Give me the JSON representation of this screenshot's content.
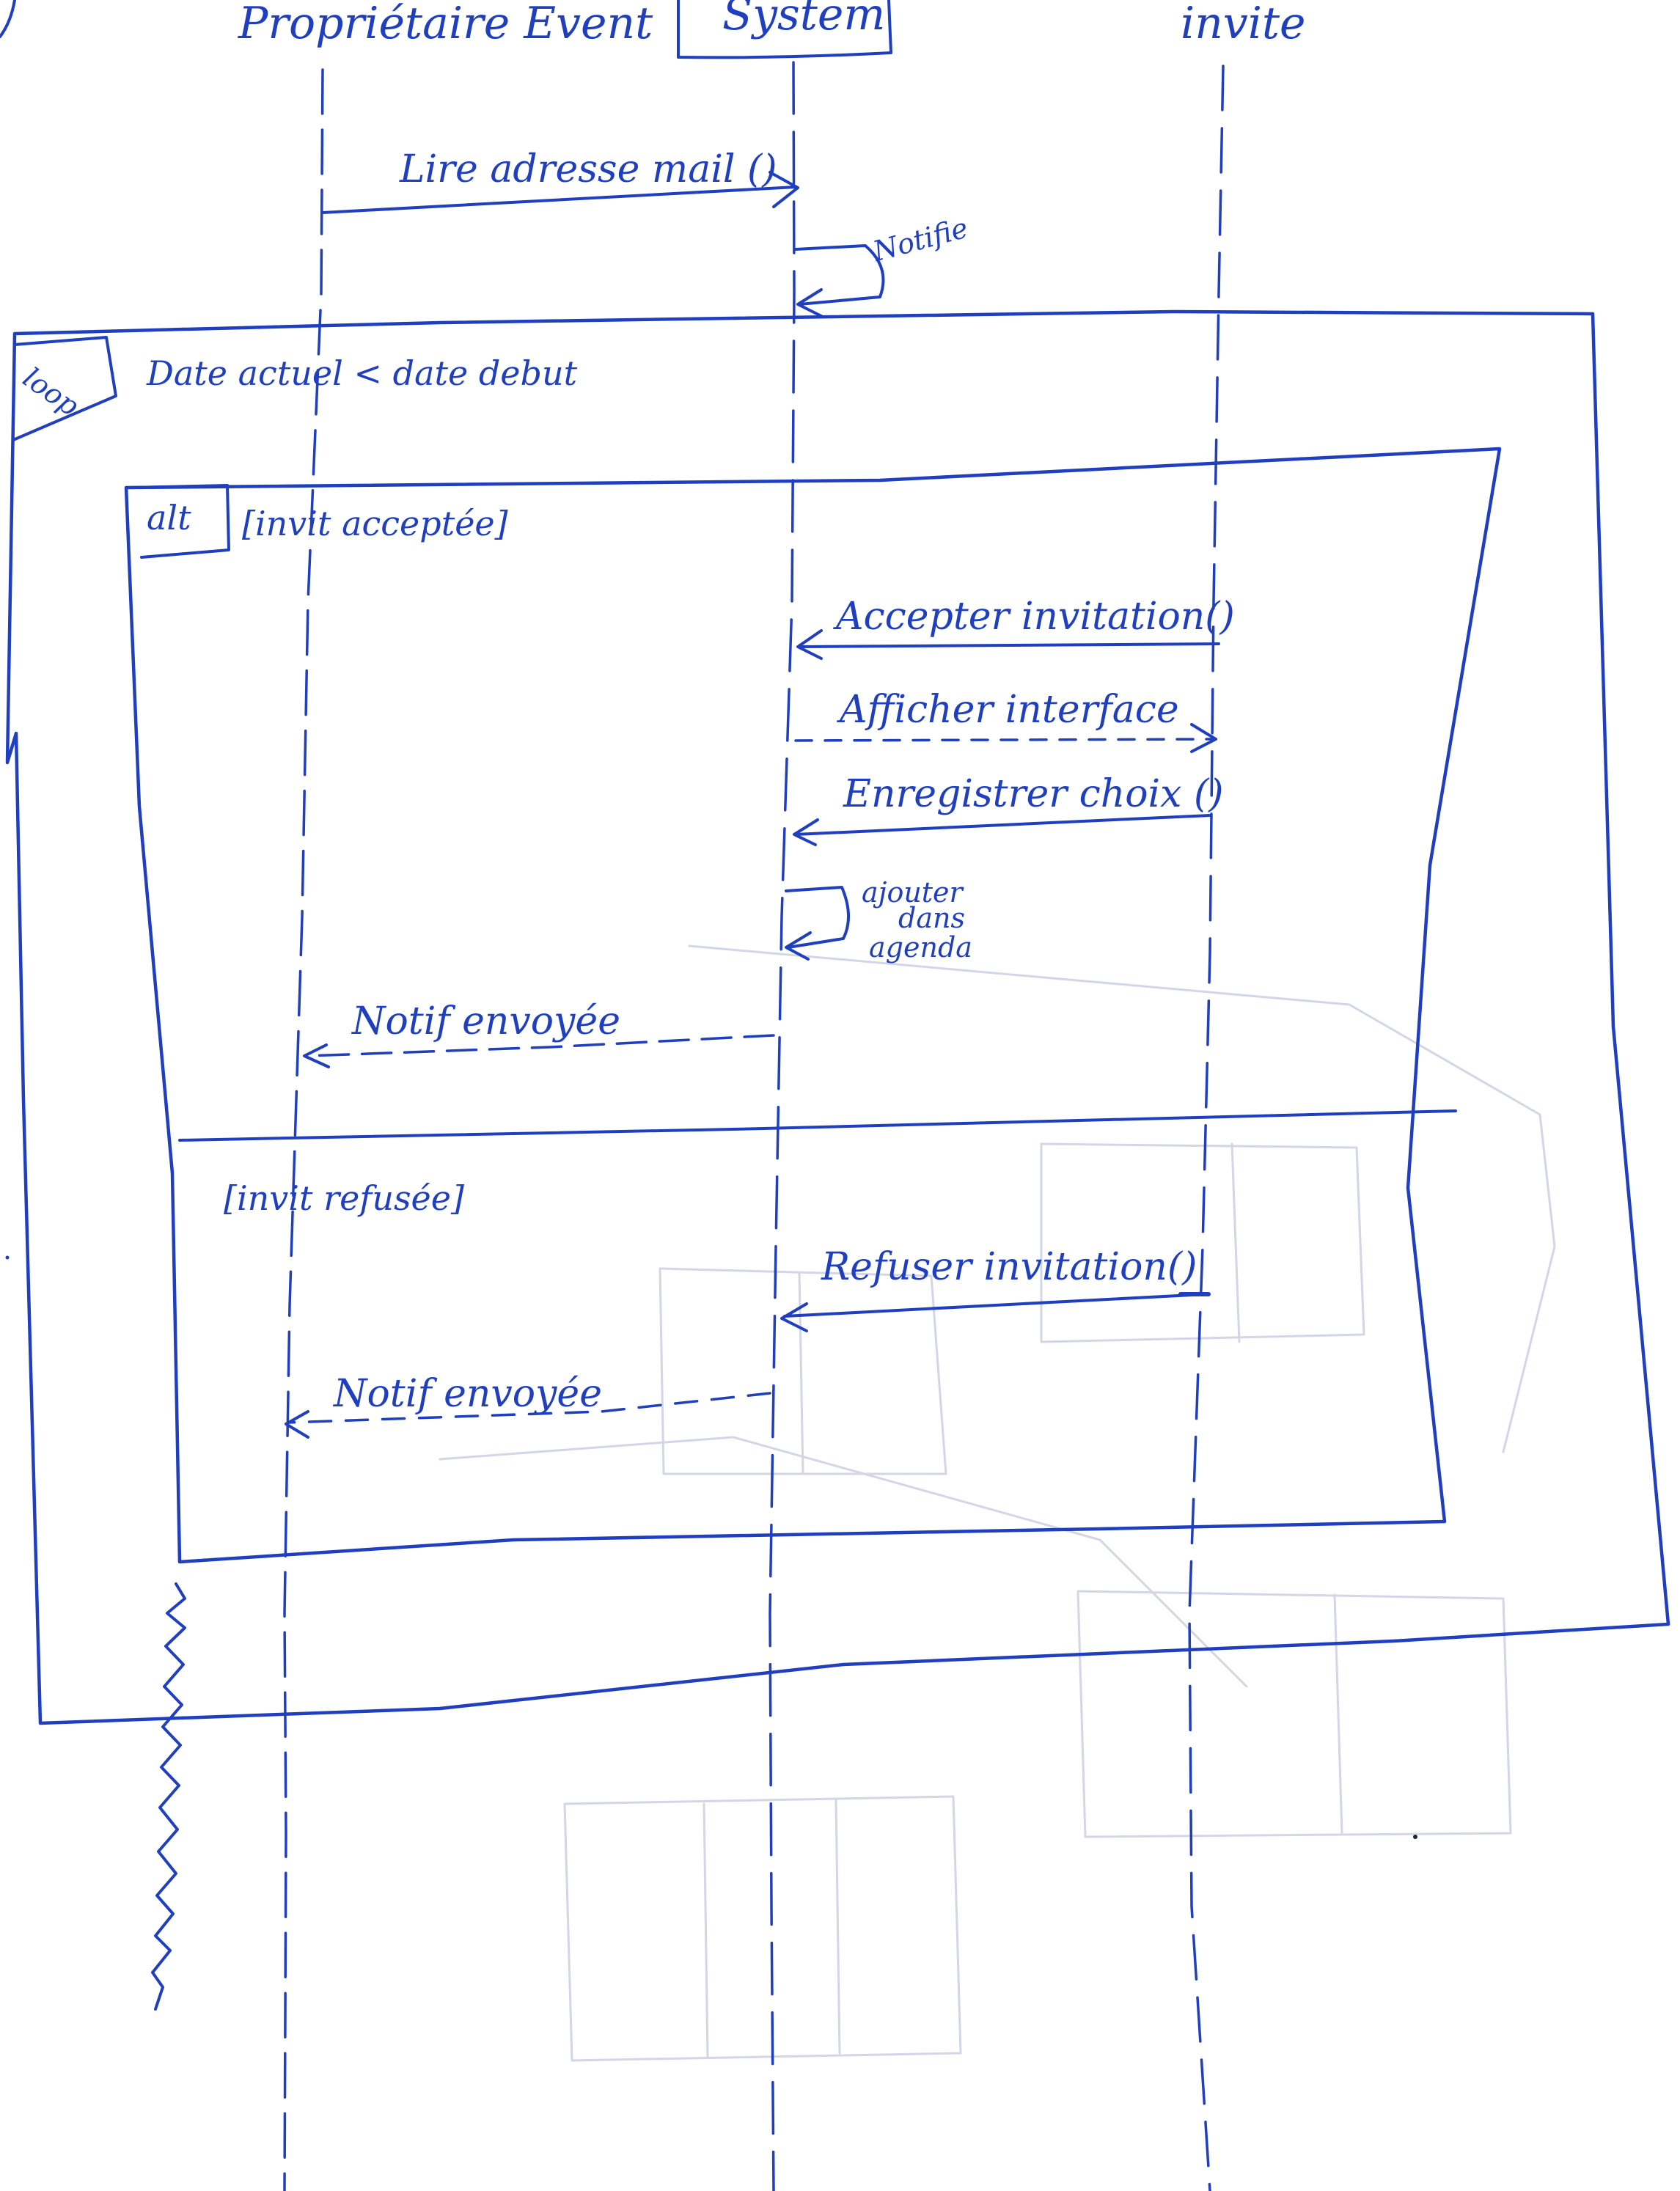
{
  "lifelines": {
    "owner": "Propriétaire Event",
    "system": "System",
    "guest": "invite"
  },
  "frames": {
    "loop_tag": "loop",
    "loop_condition": "Date actuel < date debut",
    "alt_tag": "alt",
    "alt_guard_accepted": "[invit acceptée]",
    "alt_guard_refused": "[invit refusée]"
  },
  "messages": {
    "read_email": "Lire adresse mail ()",
    "notify": "Notifie",
    "accept_invitation": "Accepter invitation()",
    "show_interface": "Afficher interface",
    "save_choice": "Enregistrer choix ()",
    "add_to_agenda_line1": "ajouter",
    "add_to_agenda_line2": "dans",
    "add_to_agenda_line3": "agenda",
    "notif_sent_accept": "Notif envoyée",
    "refuse_invitation": "Refuser invitation()",
    "notif_sent_refuse": "Notif envoyée"
  },
  "colors": {
    "ink": "#1f3fbf",
    "bleed_through": "#d3d6e6"
  }
}
